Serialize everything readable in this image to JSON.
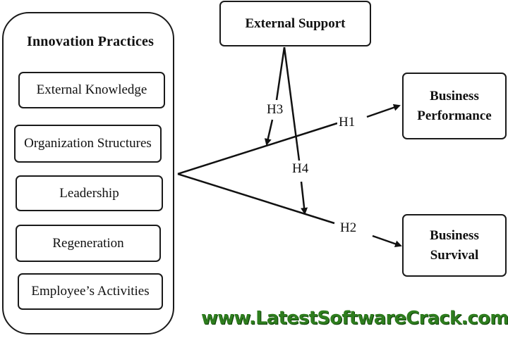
{
  "innovation_group": {
    "title": "Innovation Practices",
    "items": [
      "External Knowledge",
      "Organization Structures",
      "Leadership",
      "Regeneration",
      "Employee’s Activities"
    ]
  },
  "external_support": "External Support",
  "business_performance": {
    "line1": "Business",
    "line2": "Performance"
  },
  "business_survival": {
    "line1": "Business",
    "line2": "Survival"
  },
  "hypotheses": {
    "h1": "H1",
    "h2": "H2",
    "h3": "H3",
    "h4": "H4"
  },
  "watermark": "www.LatestSoftwareCrack.com"
}
